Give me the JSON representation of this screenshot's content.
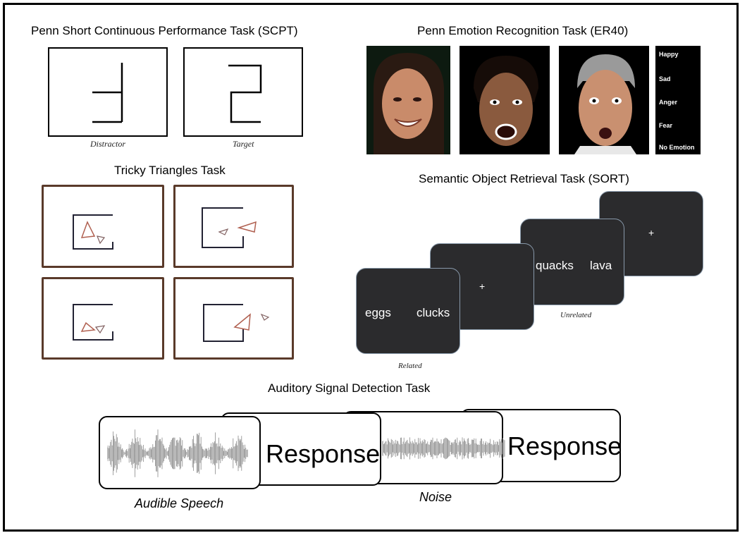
{
  "scpt": {
    "title": "Penn Short Continuous Performance Task (SCPT)",
    "distractor_caption": "Distractor",
    "target_caption": "Target"
  },
  "er40": {
    "title": "Penn Emotion Recognition Task (ER40)",
    "options": [
      "Happy",
      "Sad",
      "Anger",
      "Fear",
      "No Emotion"
    ]
  },
  "triangles": {
    "title": "Tricky Triangles Task"
  },
  "sort": {
    "title": "Semantic Object Retrieval Task (SORT)",
    "related_words": [
      "eggs",
      "clucks"
    ],
    "unrelated_words": [
      "quacks",
      "lava"
    ],
    "fixation": "+",
    "related_caption": "Related",
    "unrelated_caption": "Unrelated"
  },
  "asd": {
    "title": "Auditory Signal Detection Task",
    "response_label": "Response",
    "speech_caption": "Audible Speech",
    "noise_caption": "Noise"
  },
  "colors": {
    "frame": "#000000",
    "sort_screen": "#2b2b2d",
    "triangle_border": "#5a3a2a",
    "triangle_stroke": "#b06050"
  }
}
